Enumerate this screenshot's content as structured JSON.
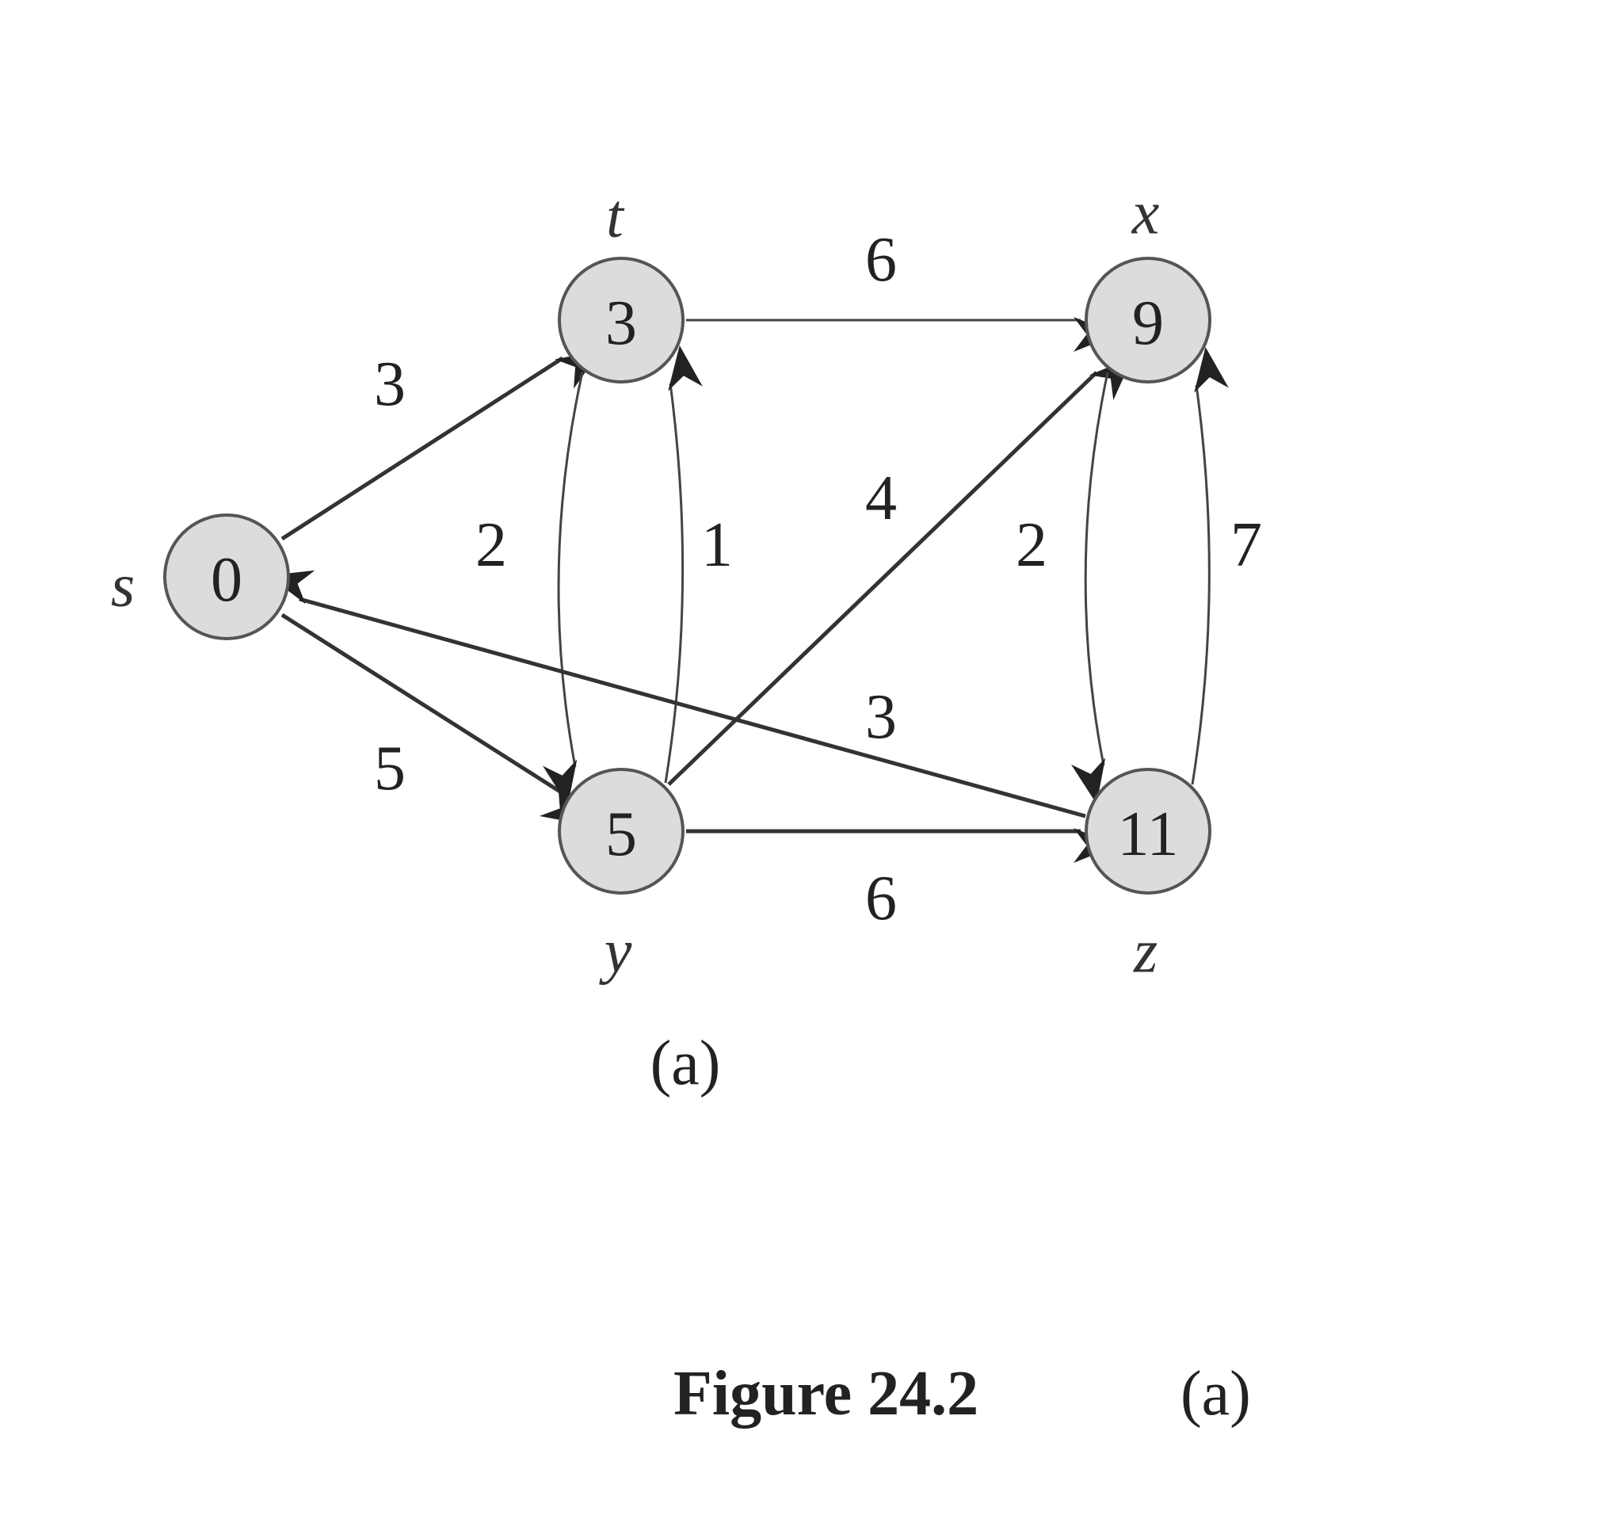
{
  "figure": {
    "subcaption": "(a)",
    "caption_number": "Figure 24.2",
    "caption_part": "(a)"
  },
  "nodes": [
    {
      "id": "s",
      "label": "s",
      "value": "0"
    },
    {
      "id": "t",
      "label": "t",
      "value": "3"
    },
    {
      "id": "x",
      "label": "x",
      "value": "9"
    },
    {
      "id": "y",
      "label": "y",
      "value": "5"
    },
    {
      "id": "z",
      "label": "z",
      "value": "11"
    }
  ],
  "edges": [
    {
      "from": "s",
      "to": "t",
      "weight": "3"
    },
    {
      "from": "s",
      "to": "y",
      "weight": "5"
    },
    {
      "from": "t",
      "to": "x",
      "weight": "6"
    },
    {
      "from": "t",
      "to": "y",
      "weight": "2"
    },
    {
      "from": "y",
      "to": "t",
      "weight": "1"
    },
    {
      "from": "y",
      "to": "x",
      "weight": "4"
    },
    {
      "from": "y",
      "to": "z",
      "weight": "6"
    },
    {
      "from": "x",
      "to": "z",
      "weight": "2"
    },
    {
      "from": "z",
      "to": "x",
      "weight": "7"
    },
    {
      "from": "z",
      "to": "s",
      "weight": "3"
    }
  ]
}
